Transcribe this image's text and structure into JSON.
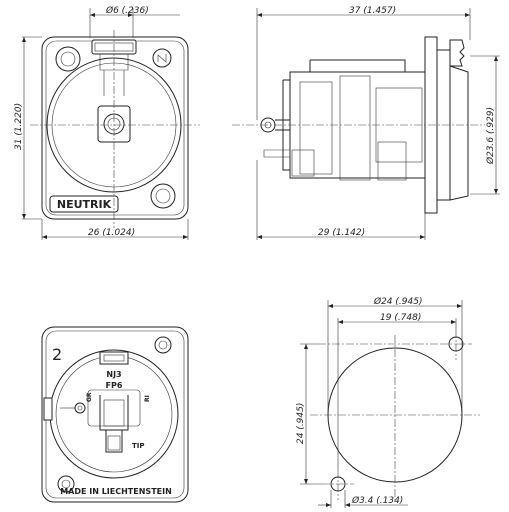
{
  "front_view": {
    "brand": "NEUTRIK",
    "dims": {
      "hole_dia": "Ø6 (.236)",
      "height": "31 (1.220)",
      "width": "26 (1.024)"
    }
  },
  "side_view": {
    "dims": {
      "length": "37 (1.457)",
      "diameter": "Ø23.6 (.929)",
      "body_length": "29 (1.142)"
    }
  },
  "rear_view": {
    "number": "2",
    "model": "NJ3",
    "sub_model": "FP6",
    "gr": "GR",
    "ri": "RI",
    "tip": "TIP",
    "made_in": "MADE IN LIECHTENSTEIN"
  },
  "cutout_view": {
    "dims": {
      "diameter": "Ø24 (.945)",
      "hole_spacing": "19 (.748)",
      "height": "24 (.945)",
      "screw_hole": "Ø3.4 (.134)"
    }
  }
}
